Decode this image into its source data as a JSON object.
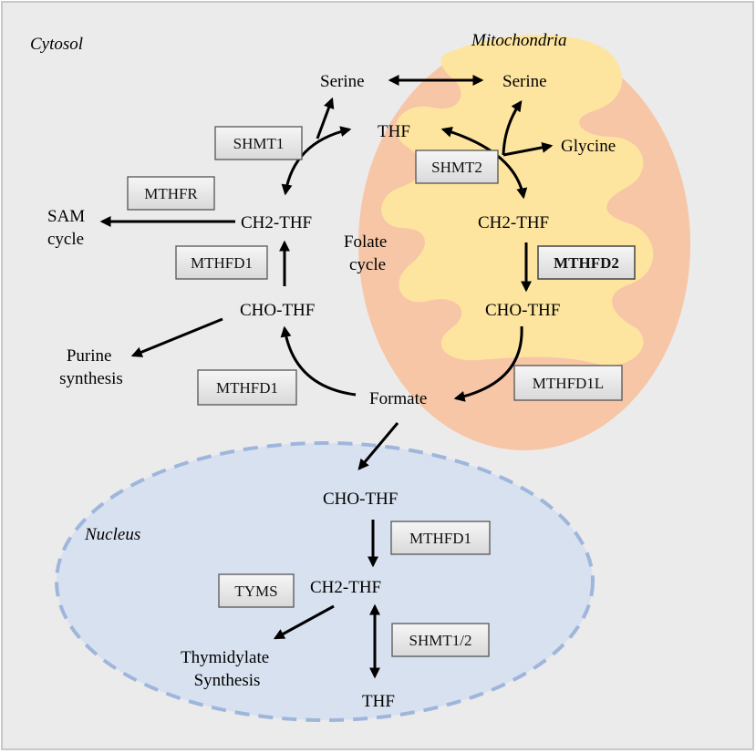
{
  "regions": {
    "cytosol": "Cytosol",
    "mitochondria": "Mitochondria",
    "nucleus": "Nucleus",
    "folate_cycle": [
      "Folate",
      "cycle"
    ]
  },
  "metabolites": {
    "serine_cyto": "Serine",
    "serine_mito": "Serine",
    "thf_cyto": "THF",
    "glycine": "Glycine",
    "sam_cycle": [
      "SAM",
      "cycle"
    ],
    "ch2thf_cyto": "CH2-THF",
    "ch2thf_mito": "CH2-THF",
    "chothf_cyto": "CHO-THF",
    "chothf_mito": "CHO-THF",
    "purine": [
      "Purine",
      "synthesis"
    ],
    "formate": "Formate",
    "chothf_nuc": "CHO-THF",
    "ch2thf_nuc": "CH2-THF",
    "thymidylate": [
      "Thymidylate",
      "Synthesis"
    ],
    "thf_nuc": "THF"
  },
  "enzymes": {
    "shmt1": "SHMT1",
    "shmt2": "SHMT2",
    "mthfr": "MTHFR",
    "mthfd1_cyto_upper": "MTHFD1",
    "mthfd2": "MTHFD2",
    "mthfd1_cyto_lower": "MTHFD1",
    "mthfd1l": "MTHFD1L",
    "mthfd1_nuc": "MTHFD1",
    "tyms": "TYMS",
    "shmt12": "SHMT1/2"
  },
  "colors": {
    "cytosol_bg": "#ebebeb",
    "mitochondria_outer": "#f6c6a6",
    "mitochondria_inner": "#fde59f",
    "nucleus_fill": "#d8e1ef",
    "nucleus_border": "#9fb6dc",
    "enzyme_box_fill": "#e6e6e6"
  }
}
